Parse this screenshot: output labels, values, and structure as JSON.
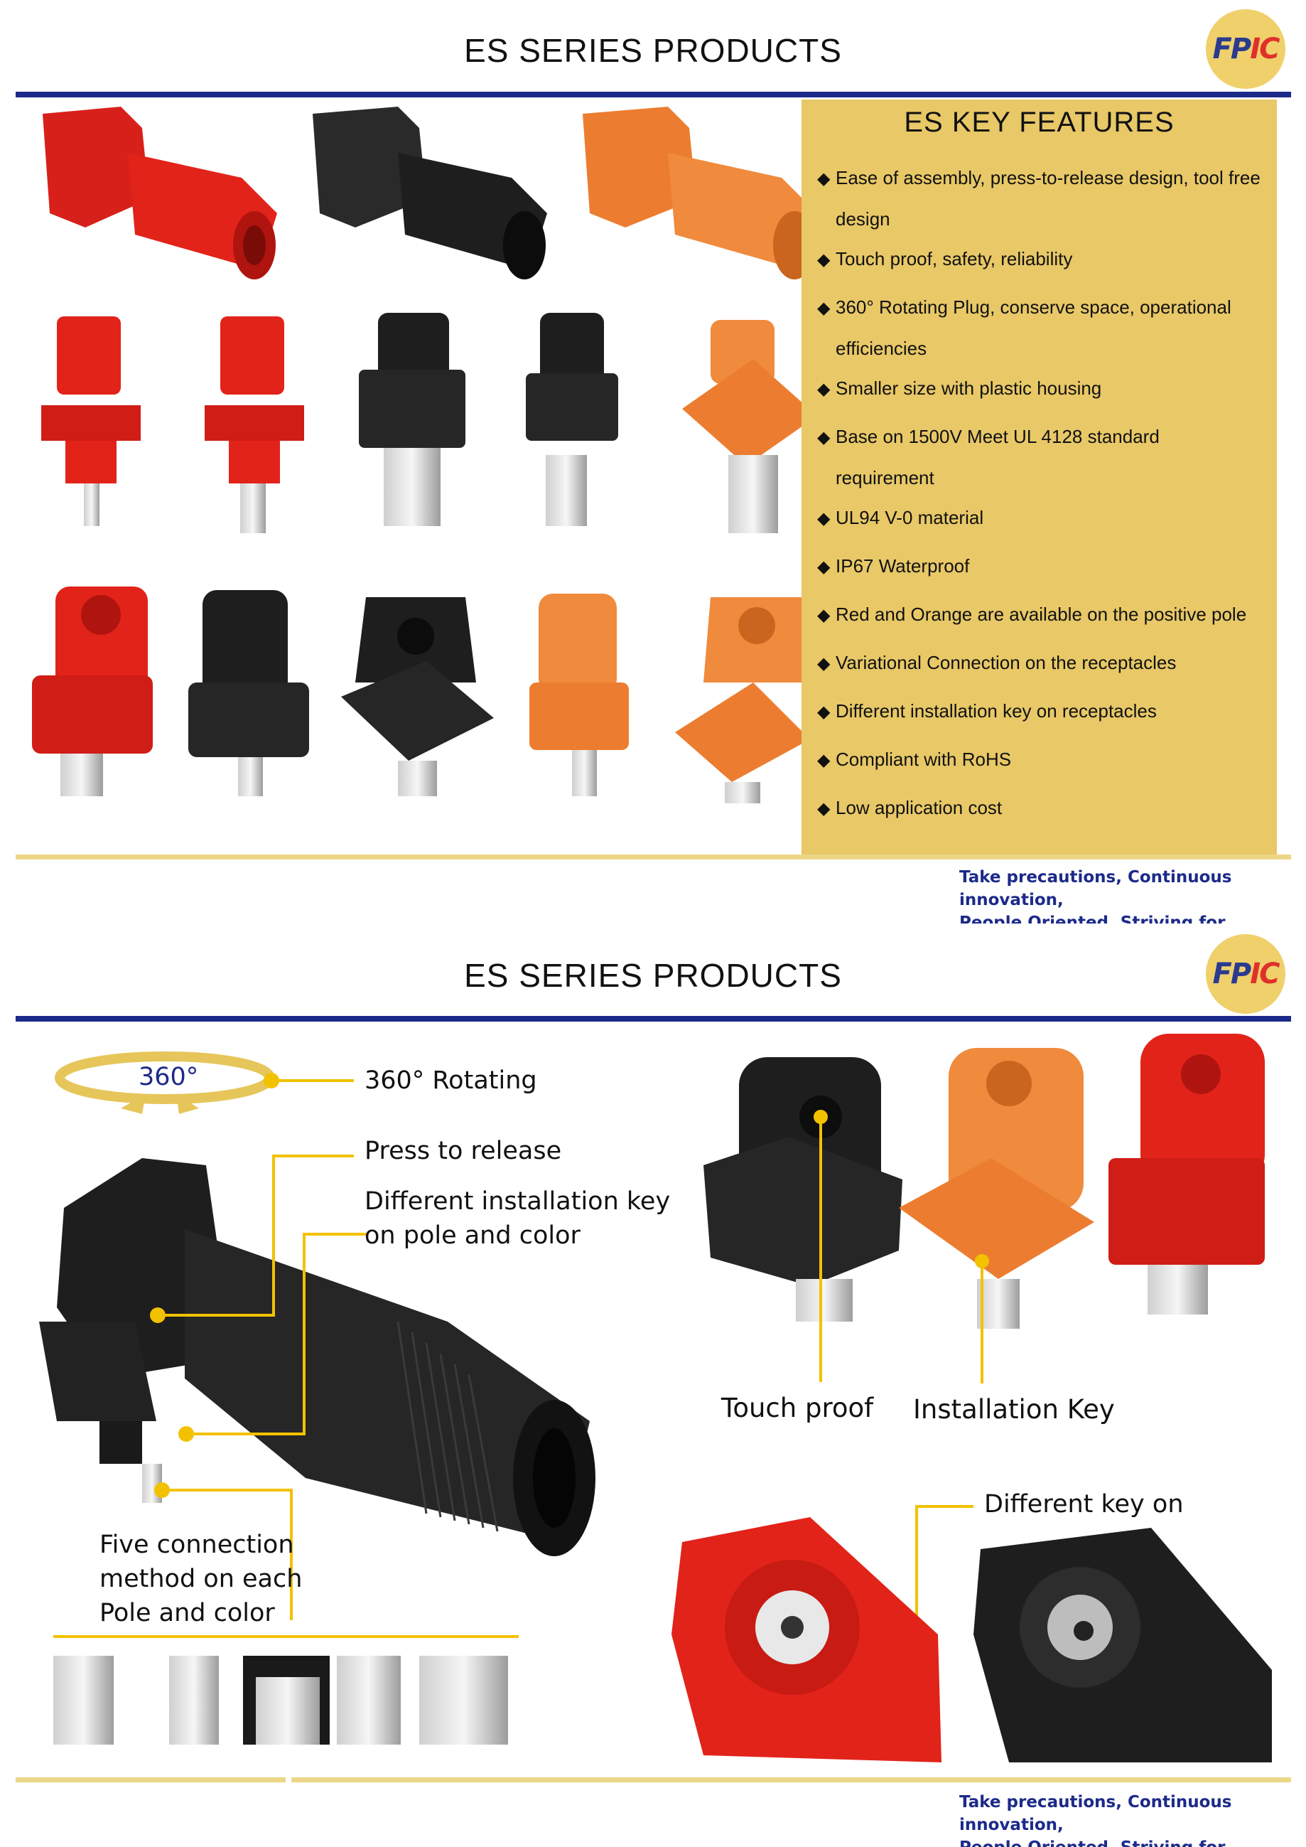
{
  "page1": {
    "title": "ES SERIES PRODUCTS",
    "logo": {
      "text_a": "FP",
      "text_b": "IC"
    },
    "features_title": "ES KEY FEATURES",
    "bullet": "◆",
    "features": [
      {
        "line1": "Ease of assembly, press-to-release design, tool free",
        "line2": "design"
      },
      {
        "line1": "Touch proof, safety, reliability"
      },
      {
        "line1": "360° Rotating Plug, conserve space, operational",
        "line2": "efficiencies"
      },
      {
        "line1": "Smaller size with plastic housing"
      },
      {
        "line1": "Base on 1500V Meet UL 4128 standard",
        "line2": "requirement"
      },
      {
        "line1": "UL94 V-0 material"
      },
      {
        "line1": "IP67 Waterproof"
      },
      {
        "line1": "Red and Orange are available on the positive pole"
      },
      {
        "line1": "Variational Connection on the receptacles"
      },
      {
        "line1": "Different installation key on receptacles"
      },
      {
        "line1": "Compliant with RoHS"
      },
      {
        "line1": "Low application cost"
      }
    ],
    "slogan_line1": "Take precautions, Continuous innovation,",
    "slogan_line2": "People Oriented, Striving for perfection"
  },
  "page2": {
    "title": "ES SERIES PRODUCTS",
    "logo": {
      "text_a": "FP",
      "text_b": "IC"
    },
    "rotate_badge": "360°",
    "labels": {
      "rotating": "360° Rotating",
      "press": "Press to release",
      "key_line1": "Different installation key",
      "key_line2": "on pole and color",
      "five_line1": "Five connection",
      "five_line2": "method on each",
      "five_line3": "Pole and color",
      "touch": "Touch proof",
      "install": "Installation Key",
      "diffkey": "Different key on"
    },
    "slogan_line1": "Take precautions, Continuous innovation,",
    "slogan_line2": "People Oriented, Striving for perfection"
  },
  "colors": {
    "navy": "#1c2a8a",
    "gold": "#e8c867",
    "red": "#e2231a",
    "black": "#1e1e1e",
    "orange": "#f08a3c",
    "callout": "#f2c200"
  }
}
